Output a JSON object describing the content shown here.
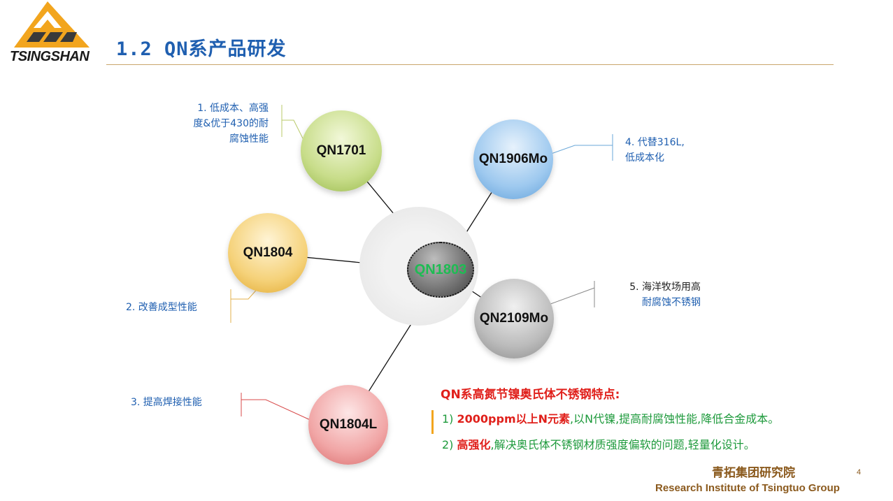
{
  "header": {
    "logo_text": "TSINGSHAN",
    "title": "1.2 QN系产品研发"
  },
  "products": {
    "center": "QN1803",
    "p1701": "QN1701",
    "p1906": "QN1906Mo",
    "p1804": "QN1804",
    "p2109": "QN2109Mo",
    "p1804l": "QN1804L"
  },
  "notes": {
    "n1": [
      "1. 低成本、高强",
      "度&优于430的耐",
      "腐蚀性能"
    ],
    "n2": "2. 改善成型性能",
    "n3": "3. 提高焊接性能",
    "n4": [
      "4. 代替316L,",
      "低成本化"
    ],
    "n5": [
      "5. 海洋牧场用高",
      "耐腐蚀不锈钢"
    ]
  },
  "features": {
    "title": "QN系高氮节镍奥氏体不锈钢特点:",
    "item1_prefix": "1)",
    "item1_highlight": "2000ppm以上N元素",
    "item1_rest": ",以N代镍,提高耐腐蚀性能,降低合金成本。",
    "item2_prefix": "2)",
    "item2_highlight": "高强化",
    "item2_rest": ",解决奥氏体不锈钢材质强度偏软的问题,轻量化设计。"
  },
  "footer": {
    "institute_cn": "青拓集团研究院",
    "institute_en": "Research Institute of Tsingtuo Group",
    "page_number": "4"
  },
  "colors": {
    "title_blue": "#1f5fb0",
    "accent_red": "#e0201b",
    "accent_green": "#1e9a3c",
    "footer_brown": "#8b5a1e"
  }
}
